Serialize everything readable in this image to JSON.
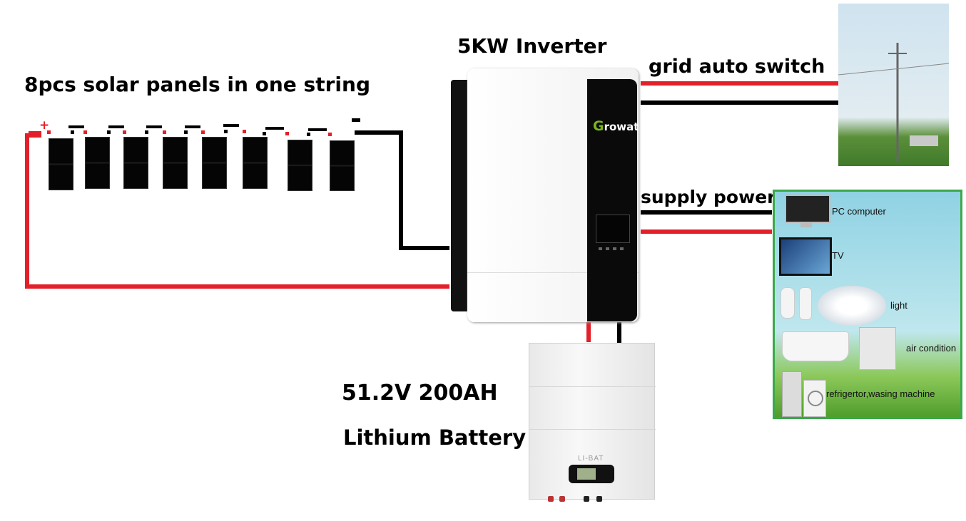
{
  "labels": {
    "solar": "8pcs solar panels in one string",
    "inverter": "5KW Inverter",
    "grid": "grid auto switch",
    "supply": "supply power",
    "battery_line1": "51.2V 200AH",
    "battery_line2": "Lithium Battery"
  },
  "inverter_brand": "Growatt",
  "battery_brand": "LI-BAT",
  "panel_markers": {
    "positive": "+",
    "negative": "-"
  },
  "loads": [
    {
      "label": "PC computer"
    },
    {
      "label": "TV"
    },
    {
      "label": "light"
    },
    {
      "label": "air condition"
    },
    {
      "label": "refrigertor,wasing machine"
    }
  ],
  "colors": {
    "positive_wire": "#e3202a",
    "negative_wire": "#000000",
    "load_border": "#3aa84a"
  }
}
